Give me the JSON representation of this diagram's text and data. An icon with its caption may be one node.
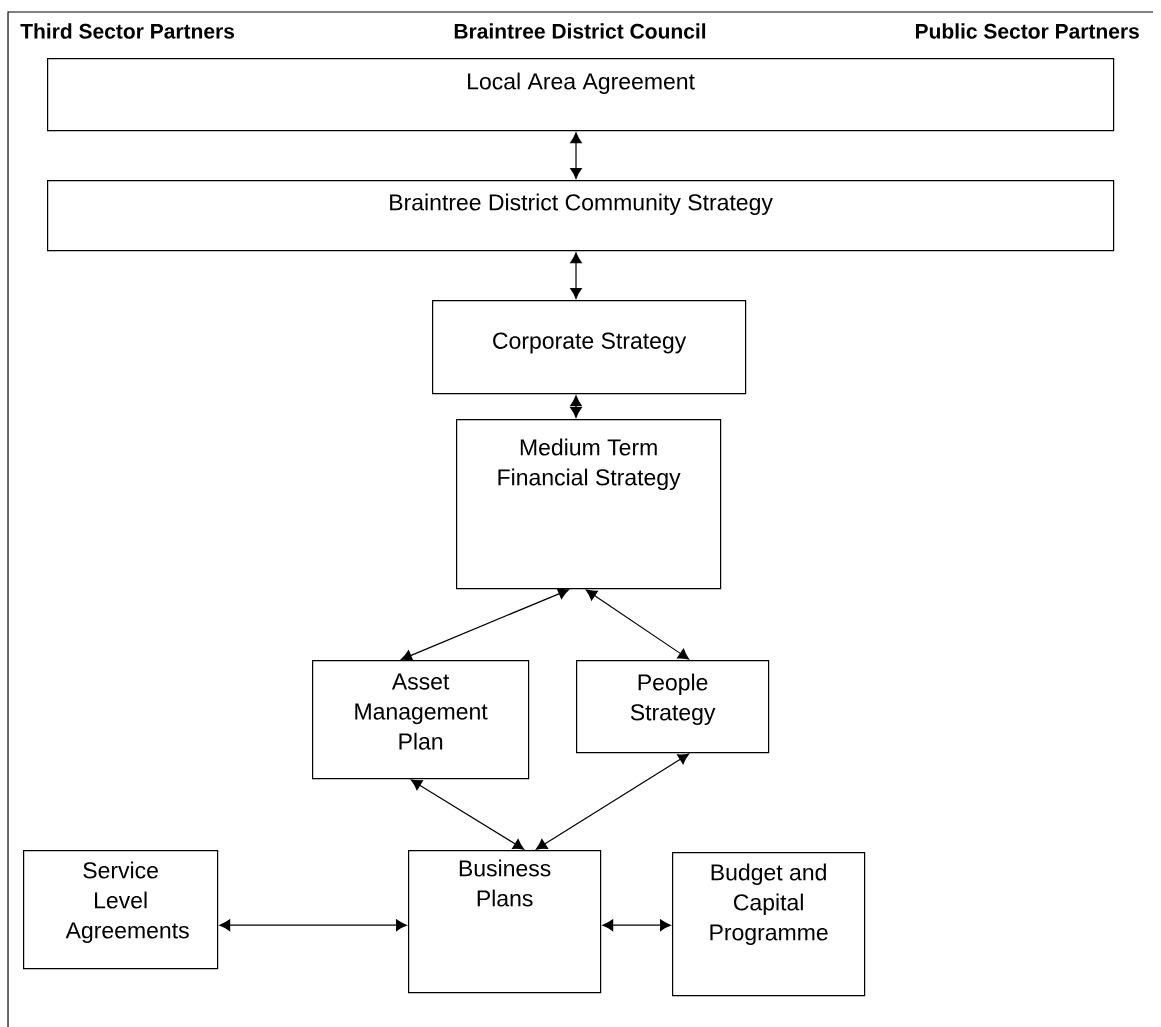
{
  "diagram": {
    "nodes": [
      {
        "text": [
          "Local Area Agreement"
        ]
      },
      {
        "text": [
          "Braintree District Community Strategy"
        ]
      },
      {
        "text": [
          "Corporate Strategy"
        ]
      },
      {
        "text": [
          "Medium Term Financial Strategy"
        ]
      },
      {
        "text": [
          "Asset Management Plan"
        ]
      },
      {
        "text": [
          "People Strategy"
        ]
      },
      {
        "text": [
          "Service Level Agreements"
        ]
      },
      {
        "text": [
          "Business Plans"
        ]
      },
      {
        "text": [
          "Budget and Capital Programme"
        ]
      }
    ],
    "edges": [
      {
        "from": 0,
        "to": 1,
        "arrow": "both"
      },
      {
        "from": 1,
        "to": 2,
        "arrow": "both"
      },
      {
        "from": 2,
        "to": 3,
        "arrow": "both"
      },
      {
        "from": 3,
        "to": 4,
        "arrow": "both"
      },
      {
        "from": 3,
        "to": 5,
        "arrow": "both"
      },
      {
        "from": 4,
        "to": 7,
        "arrow": "both"
      },
      {
        "from": 5,
        "to": 7,
        "arrow": "both"
      },
      {
        "from": 6,
        "to": 7,
        "arrow": "both"
      },
      {
        "from": 7,
        "to": 8,
        "arrow": "both"
      }
    ],
    "labels": [
      "Third Sector Partners",
      "Braintree District Council",
      "Public Sector Partners"
    ]
  }
}
